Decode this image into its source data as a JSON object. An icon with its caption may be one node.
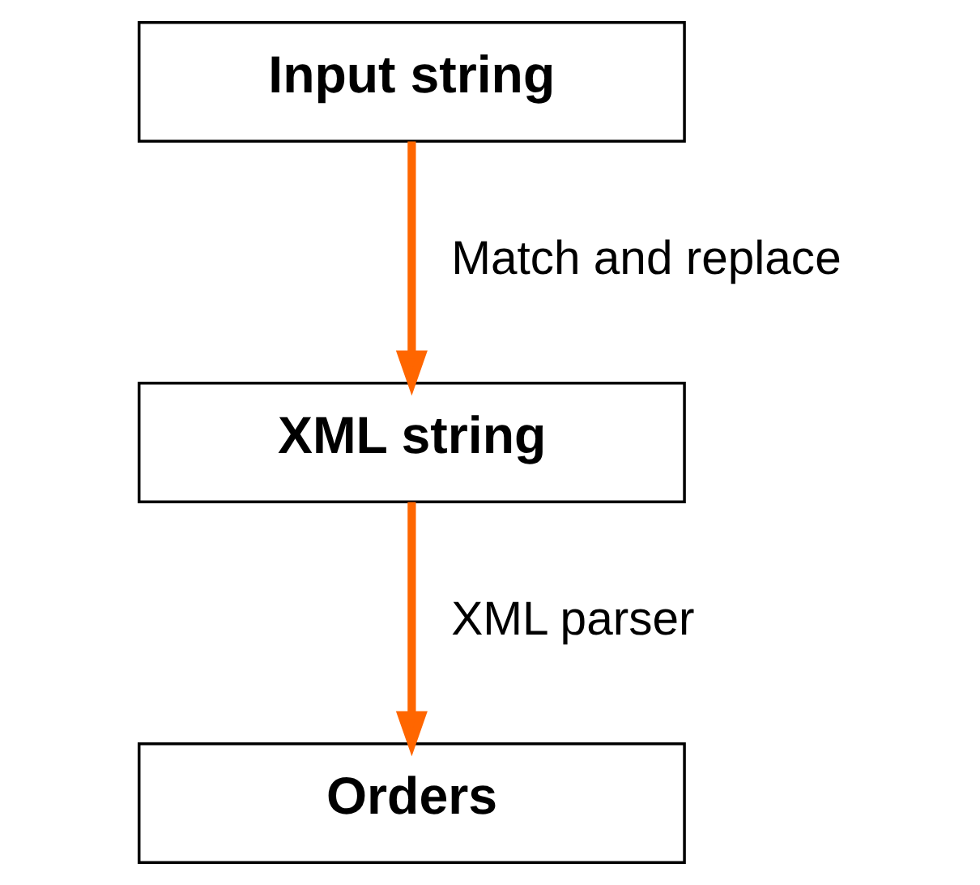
{
  "diagram": {
    "nodes": [
      {
        "text": [
          "Input string"
        ]
      },
      {
        "text": [
          "XML string"
        ]
      },
      {
        "text": [
          "Orders"
        ]
      }
    ],
    "edges": [
      {
        "from": 0,
        "to": 1,
        "arrow": "to",
        "label": "Match and replace"
      },
      {
        "from": 1,
        "to": 2,
        "arrow": "to",
        "label": "XML parser"
      }
    ]
  }
}
